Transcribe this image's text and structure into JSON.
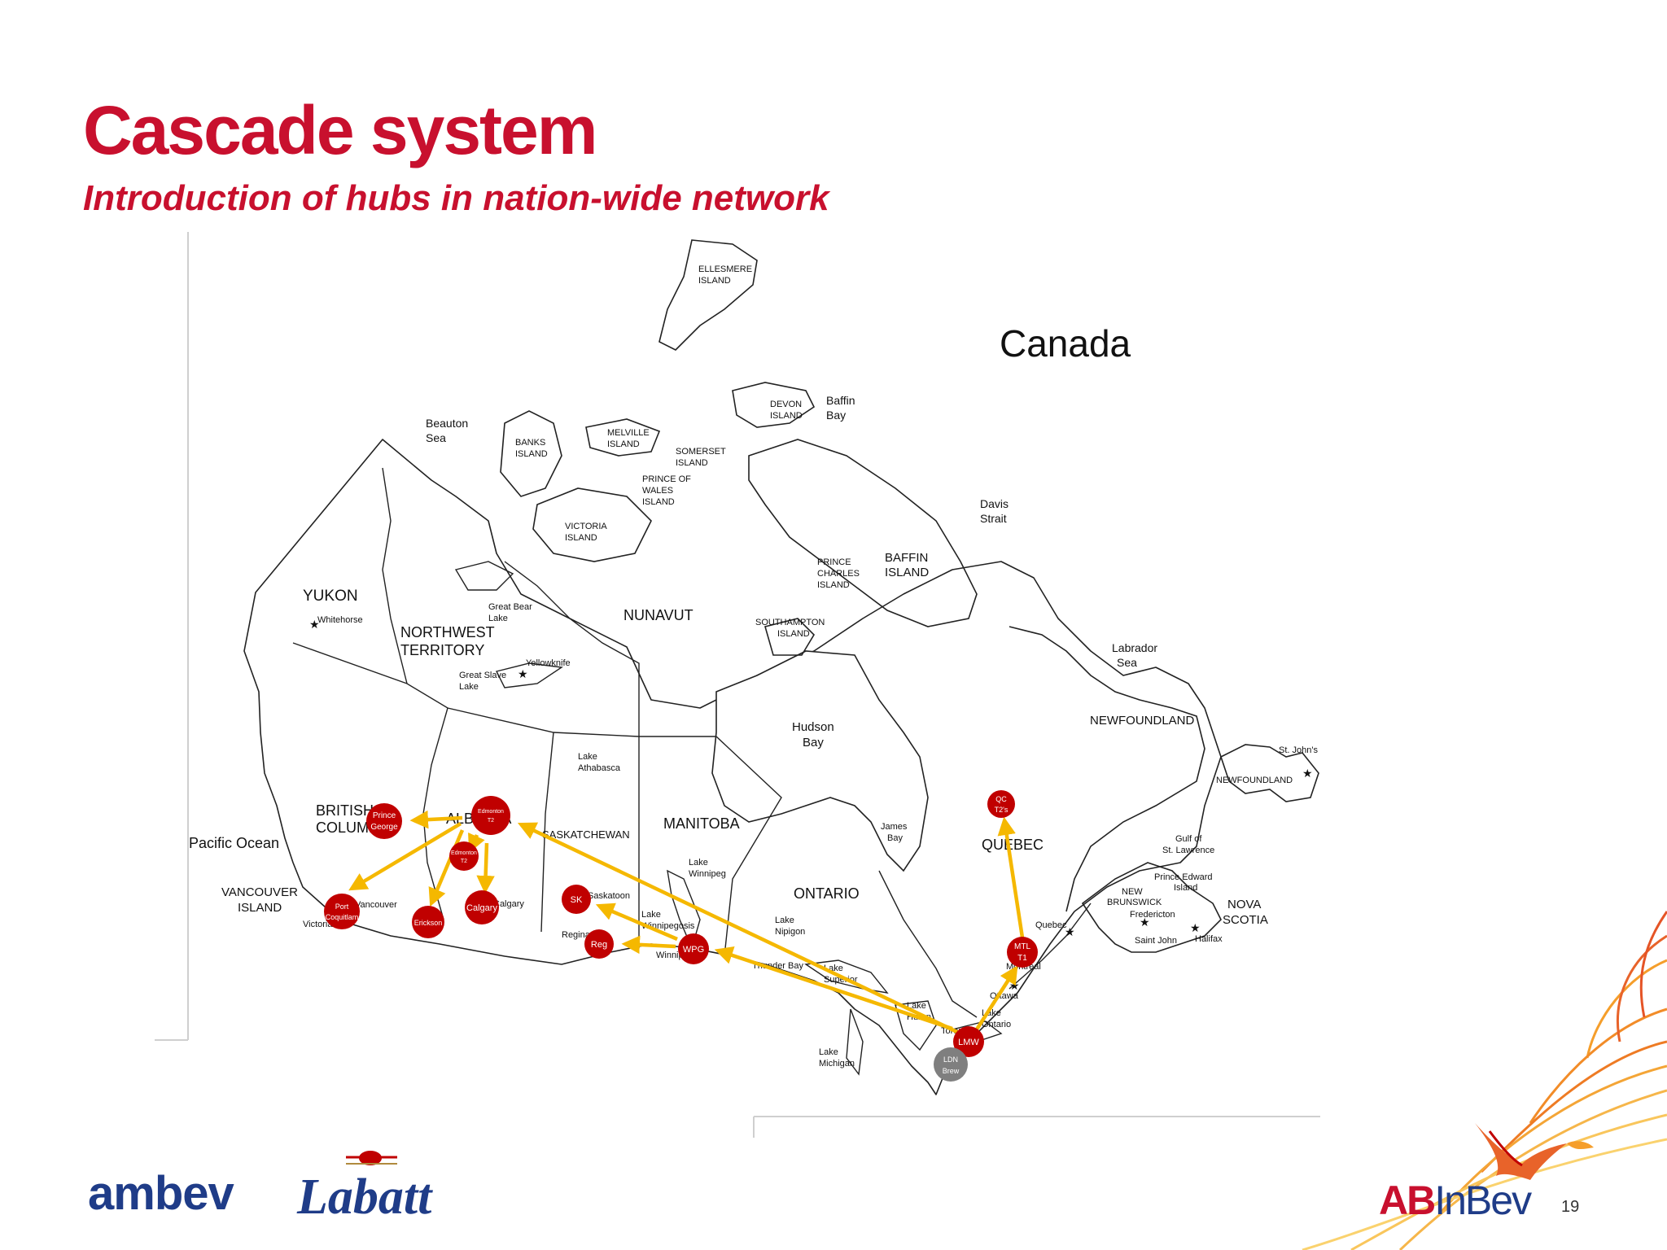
{
  "slide": {
    "title": "Cascade system",
    "subtitle": "Introduction of hubs in nation-wide network",
    "page_number": "19"
  },
  "colors": {
    "brand_red": "#C8102E",
    "hub_red": "#C00000",
    "hub_grey": "#7F7F7F",
    "arrow_yellow": "#F5B800",
    "logo_blue": "#1F3C88"
  },
  "map": {
    "country": "Canada",
    "labels": {
      "ellesmere": [
        "ELLESMERE",
        "ISLAND"
      ],
      "beauton_sea": [
        "Beauton",
        "Sea"
      ],
      "banks": [
        "BANKS",
        "ISLAND"
      ],
      "melville": [
        "MELVILLE",
        "ISLAND"
      ],
      "devon": [
        "DEVON",
        "ISLAND"
      ],
      "baffin_bay": [
        "Baffin",
        "Bay"
      ],
      "somerset": [
        "SOMERSET",
        "ISLAND"
      ],
      "prince_of_wales": [
        "PRINCE OF",
        "WALES",
        "ISLAND"
      ],
      "victoria": [
        "VICTORIA",
        "ISLAND"
      ],
      "davis_strait": [
        "Davis",
        "Strait"
      ],
      "prince_charles": [
        "PRINCE",
        "CHARLES",
        "ISLAND"
      ],
      "baffin_island": [
        "BAFFIN",
        "ISLAND"
      ],
      "yukon": "YUKON",
      "whitehorse": "Whitehorse",
      "great_bear": [
        "Great Bear",
        "Lake"
      ],
      "nunavut": "NUNAVUT",
      "southampton": [
        "SOUTHAMPTON",
        "ISLAND"
      ],
      "nwt": [
        "NORTHWEST",
        "TERRITORY"
      ],
      "yellowknife": "Yellowknife",
      "great_slave": [
        "Great Slave",
        "Lake"
      ],
      "labrador_sea": [
        "Labrador",
        "Sea"
      ],
      "hudson_bay": [
        "Hudson",
        "Bay"
      ],
      "newfoundland": "NEWFOUNDLAND",
      "lake_athabasca": [
        "Lake",
        "Athabasca"
      ],
      "st_johns": "St. John's",
      "newfoundland_island": "NEWFOUNDLAND",
      "bc": [
        "BRITISH",
        "COLUMBIA"
      ],
      "alberta": "ALBERTA",
      "saskatchewan": "SASKATCHEWAN",
      "manitoba": "MANITOBA",
      "pacific": "Pacific Ocean",
      "james_bay": [
        "James",
        "Bay"
      ],
      "quebec_prov": "QUEBEC",
      "gulf_st_lawrence": [
        "Gulf of",
        "St. Lawrence"
      ],
      "lake_winnipeg": [
        "Lake",
        "Winnipeg"
      ],
      "vancouver_island": [
        "VANCOUVER",
        "ISLAND"
      ],
      "vancouver": "Vancouver",
      "victoria_city": "Victoria",
      "saskatoon": "Saskatoon",
      "ontario": "ONTARIO",
      "pei": [
        "Prince Edward",
        "Island"
      ],
      "new_brunswick": [
        "NEW",
        "BRUNSWICK"
      ],
      "fredericton": "Fredericton",
      "nova_scotia": [
        "NOVA",
        "SCOTIA"
      ],
      "halifax": "Halifax",
      "saint_john": "Saint John",
      "lake_winnipegosis": [
        "Lake",
        "Winnipegosis"
      ],
      "regina": "Regina",
      "winnipeg": "Winnipeg",
      "lake_nipigon": [
        "Lake",
        "Nipigon"
      ],
      "quebec_city": "Quebec",
      "montreal": "Montreal",
      "thunder_bay": "Thunder Bay",
      "lake_superior": [
        "Lake",
        "Superior"
      ],
      "ottawa": "Ottawa",
      "lake_huron": [
        "Lake",
        "Huron"
      ],
      "lake_ontario": [
        "Lake",
        "Ontario"
      ],
      "toronto": "Toronto",
      "lake_michigan": [
        "Lake",
        "Michigan"
      ],
      "calgary_city": "Calgary"
    },
    "hubs": {
      "lmw": [
        "LMW"
      ],
      "ldn": [
        "LDN",
        "Brew"
      ],
      "mtl": [
        "MTL",
        "T1"
      ],
      "qc": [
        "QC",
        "T2's"
      ],
      "wpg": [
        "WPG"
      ],
      "reg": [
        "Reg"
      ],
      "sk": [
        "SK"
      ],
      "edm_t2_main": [
        "Edmonton",
        "T2"
      ],
      "edm_t2_small": [
        "Edmonton",
        "T2"
      ],
      "prince_george": [
        "Prince",
        "George"
      ],
      "port_coquitlam": [
        "Port",
        "Coquitlam"
      ],
      "erickson": [
        "Erickson"
      ],
      "calgary": [
        "Calgary"
      ]
    }
  },
  "logos": {
    "ambev": "ambev",
    "labatt": "Labatt",
    "abinbev_ab": "AB",
    "abinbev_inbev": "InBev"
  }
}
